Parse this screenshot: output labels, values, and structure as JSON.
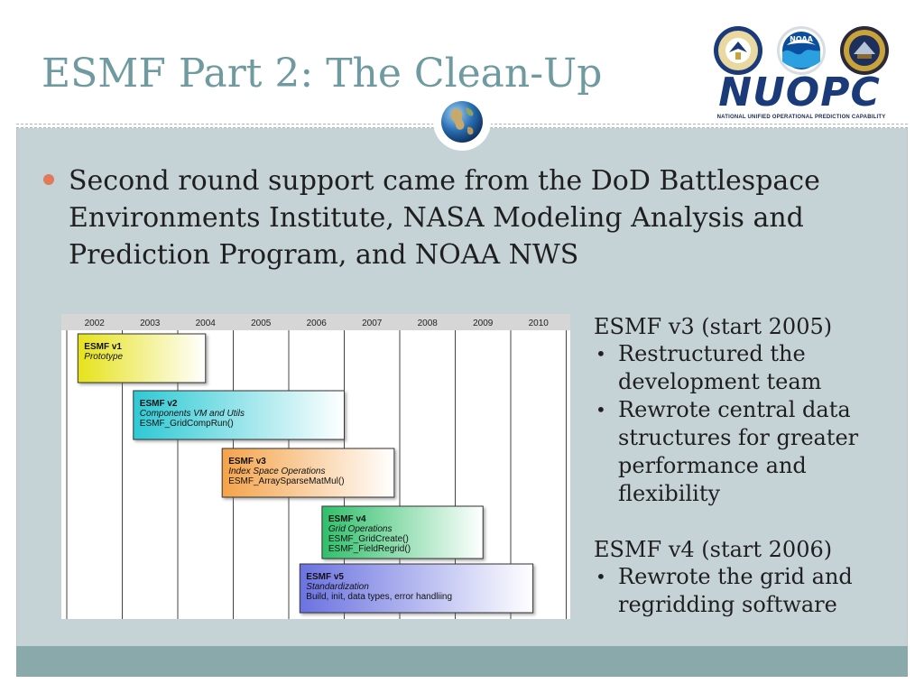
{
  "slide": {
    "title": "ESMF Part 2: The Clean-Up",
    "bullet": "Second round support came from the DoD Battlespace Environments Institute, NASA Modeling Analysis and Prediction Program, and NOAA NWS"
  },
  "logo": {
    "name": "NUOPC",
    "subtitle": "NATIONAL UNIFIED OPERATIONAL PREDICTION CAPABILITY",
    "seal_noaa": "NOAA"
  },
  "colors": {
    "title": "#6e9aa0",
    "bullet_dot": "#e07a5a",
    "background": "#c5d2d6",
    "footer": "#8aa9aa"
  },
  "chart_data": {
    "type": "gantt",
    "years": [
      "2002",
      "2003",
      "2004",
      "2005",
      "2006",
      "2007",
      "2008",
      "2009",
      "2010"
    ],
    "tasks": [
      {
        "name": "ESMF v1",
        "subtitle": "Prototype",
        "lines": [],
        "start": 2002.2,
        "end": 2004.5,
        "color": "#e6e21c"
      },
      {
        "name": "ESMF v2",
        "subtitle": "Components VM and Utils",
        "lines": [
          "ESMF_GridCompRun()"
        ],
        "start": 2003.2,
        "end": 2007.0,
        "color": "#2ec9d4"
      },
      {
        "name": "ESMF v3",
        "subtitle": "Index Space Operations",
        "lines": [
          "ESMF_ArraySparseMatMul()"
        ],
        "start": 2004.8,
        "end": 2007.9,
        "color": "#f4a34a"
      },
      {
        "name": "ESMF v4",
        "subtitle": "Grid Operations",
        "lines": [
          "ESMF_GridCreate()",
          "ESMF_FieldRegrid()"
        ],
        "start": 2006.6,
        "end": 2009.5,
        "color": "#2fbf6a"
      },
      {
        "name": "ESMF v5",
        "subtitle": "Standardization",
        "lines": [
          "Build, init, data types, error handliing"
        ],
        "start": 2006.2,
        "end": 2010.4,
        "color": "#6a72e0"
      }
    ]
  },
  "notes": {
    "v3": {
      "heading": "ESMF v3 (start 2005)",
      "items": [
        "Restructured the development team",
        "Rewrote central data structures for greater performance and flexibility"
      ]
    },
    "v4": {
      "heading": "ESMF v4 (start 2006)",
      "items": [
        "Rewrote the grid and regridding software"
      ]
    }
  }
}
